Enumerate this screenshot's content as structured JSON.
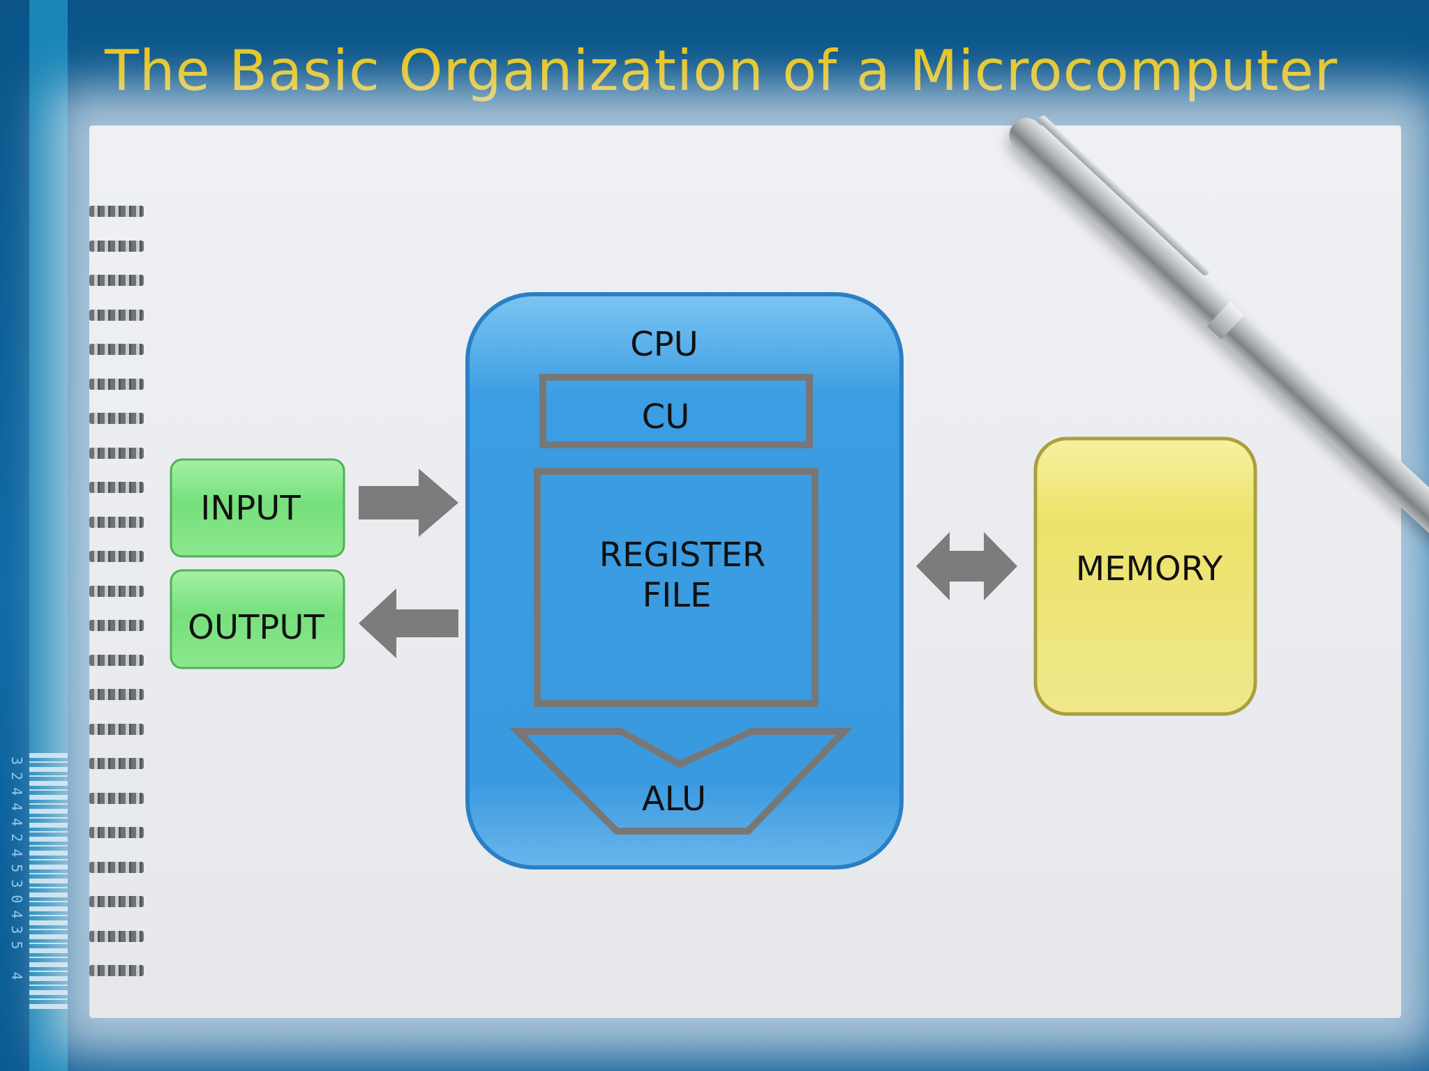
{
  "slide": {
    "title": "The Basic Organization of a Microcomputer",
    "barcode_digits": "3244424530435 4"
  },
  "diagram": {
    "cpu_label": "CPU",
    "cu_label": "CU",
    "register_file_line1": "REGISTER",
    "register_file_line2": "FILE",
    "alu_label": "ALU",
    "input_label": "INPUT",
    "output_label": "OUTPUT",
    "memory_label": "MEMORY"
  },
  "colors": {
    "title": "#e8c418",
    "cpu": "#3b9de2",
    "io_box": "#74e07a",
    "memory_box": "#efe36a",
    "arrow": "#7c7c7c"
  }
}
